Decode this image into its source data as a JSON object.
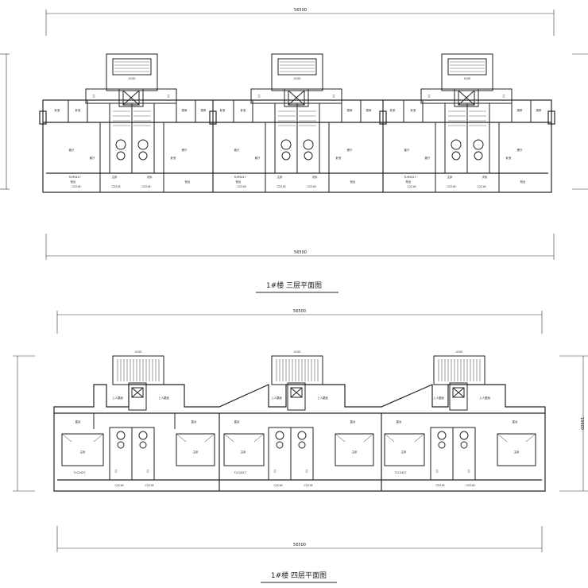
{
  "drawings": [
    {
      "title": "1#楼 三层平面图",
      "dim_top": "56500",
      "dim_bottom": "56500",
      "units": [
        {
          "stair_upper_dim": "4100",
          "rooms": [
            "卧室",
            "卧室",
            "客厅",
            "餐厅",
            "主卧",
            "次卧",
            "阳台",
            "阳台",
            "卫",
            "卫",
            "厨房",
            "厨房",
            "客厅",
            "卧室"
          ],
          "window_labels": [
            "TLM5427",
            "C2218",
            "C2218",
            "C2218"
          ]
        },
        {
          "stair_upper_dim": "4100",
          "rooms": [
            "卧室",
            "卧室",
            "客厅",
            "餐厅",
            "主卧",
            "次卧",
            "阳台",
            "阳台",
            "卫",
            "卫",
            "厨房",
            "厨房",
            "客厅",
            "卧室"
          ],
          "window_labels": [
            "TLM5427",
            "C2218",
            "C2218",
            "C2218"
          ]
        },
        {
          "stair_upper_dim": "4100",
          "rooms": [
            "卧室",
            "卧室",
            "客厅",
            "餐厅",
            "主卧",
            "次卧",
            "阳台",
            "阳台",
            "卫",
            "卫",
            "厨房",
            "厨房",
            "客厅",
            "卧室"
          ],
          "window_labels": [
            "TLM5427",
            "C2218",
            "C2218",
            "C2218"
          ]
        }
      ]
    },
    {
      "title": "1#楼 四层平面图",
      "dim_top": "56500",
      "dim_bottom": "56500",
      "dim_side": "16800",
      "units": [
        {
          "roof_dim": "4100",
          "rooms": [
            "上人屋面",
            "上人屋面",
            "露台",
            "露台",
            "卫",
            "卫",
            "主卧",
            "主卧"
          ],
          "window_labels": [
            "TLC2427",
            "C2218",
            "C2218"
          ]
        },
        {
          "roof_dim": "4100",
          "rooms": [
            "上人屋面",
            "上人屋面",
            "露台",
            "露台",
            "卫",
            "卫",
            "主卧",
            "主卧"
          ],
          "window_labels": [
            "TLC2427",
            "C2218",
            "C2218"
          ]
        },
        {
          "roof_dim": "4100",
          "rooms": [
            "上人屋面",
            "上人屋面",
            "露台",
            "露台",
            "卫",
            "卫",
            "主卧",
            "主卧"
          ],
          "window_labels": [
            "TLC2427",
            "C2218",
            "C2218"
          ]
        }
      ]
    }
  ]
}
